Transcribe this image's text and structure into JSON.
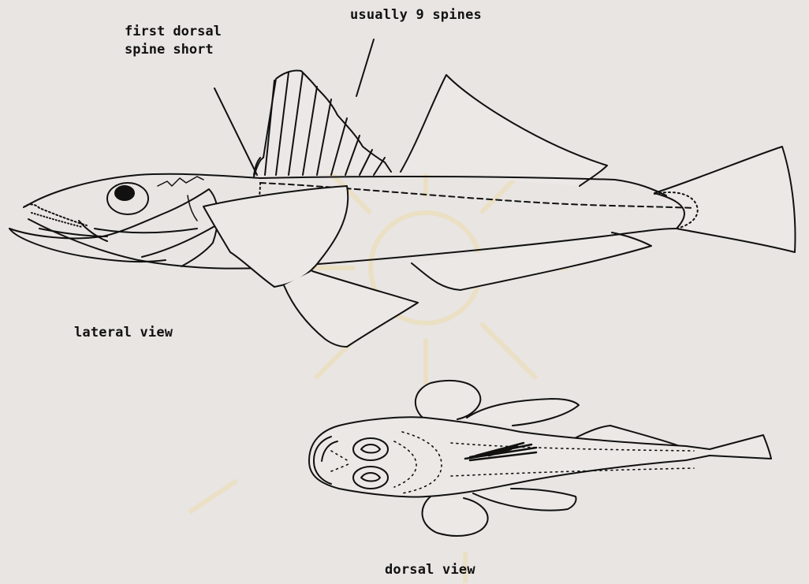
{
  "annotations": {
    "first_dorsal": [
      "first dorsal",
      "spine short"
    ],
    "spines": "usually 9 spines",
    "lateral_view": "lateral view",
    "dorsal_view": "dorsal view"
  },
  "colors": {
    "background": "#e8e5e2",
    "ink": "#111111",
    "watermark": "#f3d27a"
  }
}
